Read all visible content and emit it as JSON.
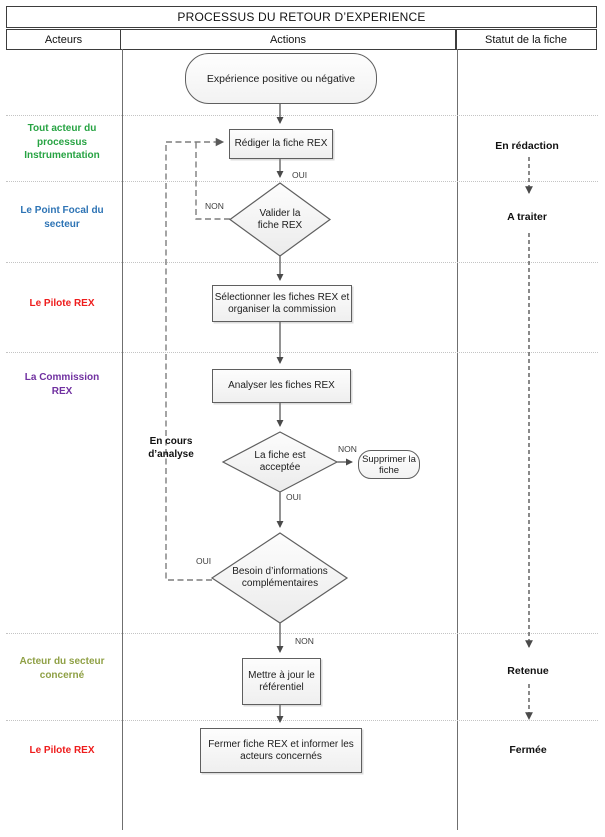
{
  "header": {
    "title": "PROCESSUS DU RETOUR D’EXPERIENCE",
    "columns": {
      "acteurs": "Acteurs",
      "actions": "Actions",
      "statut": "Statut de la fiche"
    }
  },
  "actors": {
    "tout_acteur": {
      "label": "Tout acteur du processus Instrumentation",
      "color": "#27A343"
    },
    "point_focal": {
      "label": "Le Point Focal du secteur",
      "color": "#2E74B5"
    },
    "pilote_rex": {
      "label": "Le Pilote REX",
      "color": "#EE1C1C"
    },
    "commission": {
      "label": "La Commission REX",
      "color": "#7030A0"
    },
    "secteur": {
      "label": "Acteur du secteur concerné",
      "color": "#8FA045"
    },
    "pilote_rex_2": {
      "label": "Le Pilote REX",
      "color": "#EE1C1C"
    }
  },
  "nodes": {
    "start": "Expérience positive ou négative",
    "rediger": "Rédiger la fiche REX",
    "valider": "Valider la fiche REX",
    "selectionner": "Sélectionner les fiches REX et organiser la commission",
    "analyser": "Analyser les fiches REX",
    "acceptee": "La fiche est acceptée",
    "supprimer": "Supprimer la fiche",
    "besoin": "Besoin d’informations complémentaires",
    "mettre": "Mettre à jour le référentiel",
    "fermer": "Fermer fiche REX et informer les acteurs concernés",
    "en_cours": "En cours d’analyse"
  },
  "edge_labels": {
    "oui_rediger": "OUI",
    "non_valider": "NON",
    "non_acceptee": "NON",
    "oui_acceptee": "OUI",
    "oui_besoin": "OUI",
    "non_besoin": "NON"
  },
  "statuses": {
    "en_redaction": "En rédaction",
    "a_traiter": "A traiter",
    "retenue": "Retenue",
    "fermee": "Fermée"
  }
}
